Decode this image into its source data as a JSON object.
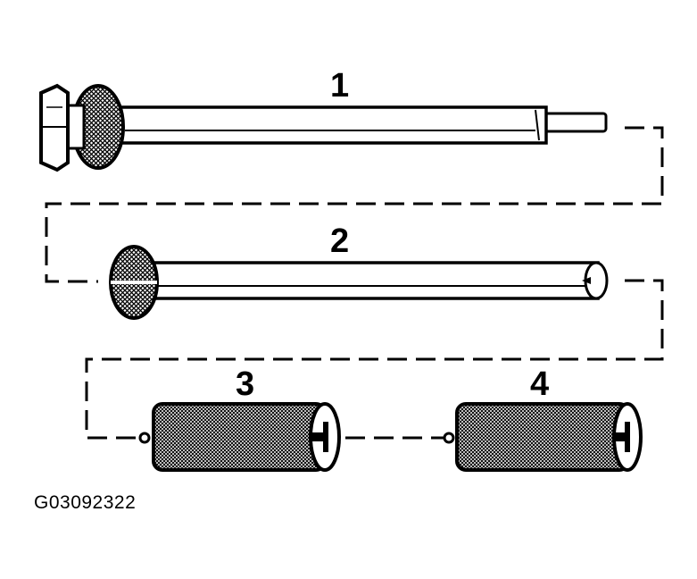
{
  "diagram": {
    "figure_id": "G03092322",
    "callouts": [
      "1",
      "2",
      "3",
      "4"
    ]
  }
}
